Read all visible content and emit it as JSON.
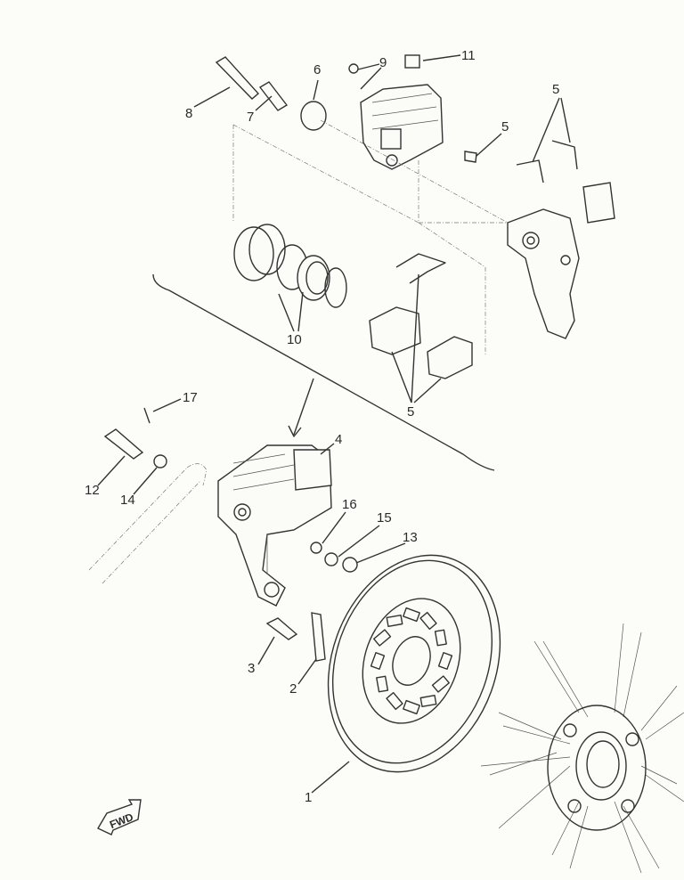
{
  "diagram": {
    "callouts": [
      {
        "id": "part-8",
        "text": "8"
      },
      {
        "id": "part-7",
        "text": "7"
      },
      {
        "id": "part-6",
        "text": "6"
      },
      {
        "id": "part-9",
        "text": "9"
      },
      {
        "id": "part-11",
        "text": "11"
      },
      {
        "id": "part-5a",
        "text": "5"
      },
      {
        "id": "part-5b",
        "text": "5"
      },
      {
        "id": "part-10",
        "text": "10"
      },
      {
        "id": "part-5c",
        "text": "5"
      },
      {
        "id": "part-17",
        "text": "17"
      },
      {
        "id": "part-4",
        "text": "4"
      },
      {
        "id": "part-12",
        "text": "12"
      },
      {
        "id": "part-14",
        "text": "14"
      },
      {
        "id": "part-16",
        "text": "16"
      },
      {
        "id": "part-15",
        "text": "15"
      },
      {
        "id": "part-13",
        "text": "13"
      },
      {
        "id": "part-3",
        "text": "3"
      },
      {
        "id": "part-2",
        "text": "2"
      },
      {
        "id": "part-1",
        "text": "1"
      }
    ],
    "fwd_label": "FWD",
    "line_color": "#333333",
    "background": "#fcfcf9"
  }
}
